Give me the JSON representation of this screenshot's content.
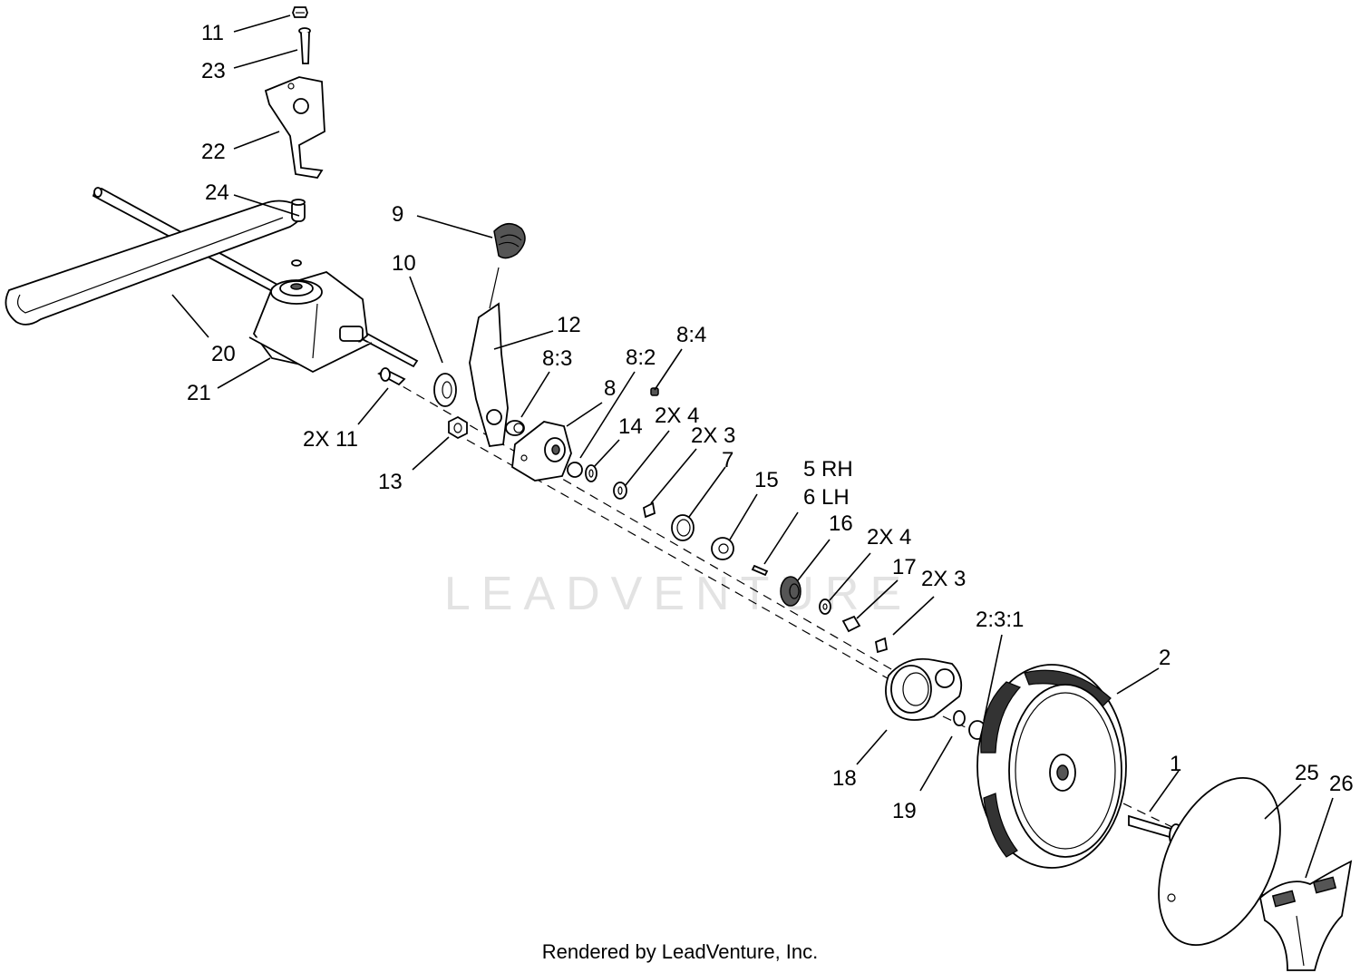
{
  "diagram": {
    "watermark": "LEADVENTURE",
    "footer": "Rendered by LeadVenture, Inc.",
    "callouts": {
      "c11": "11",
      "c23": "23",
      "c22": "22",
      "c24": "24",
      "c9": "9",
      "c10": "10",
      "c12": "12",
      "c20": "20",
      "c21": "21",
      "c8_3": "8:3",
      "c8_2": "8:2",
      "c8_4": "8:4",
      "c8": "8",
      "c2x4a": "2X 4",
      "c14": "14",
      "c2x3a": "2X 3",
      "c7": "7",
      "c2x11": "2X 11",
      "c13": "13",
      "c15": "15",
      "c5rh": "5 RH",
      "c6lh": "6 LH",
      "c16": "16",
      "c2x4b": "2X 4",
      "c17": "17",
      "c2x3b": "2X 3",
      "c2_3_1": "2:3:1",
      "c2": "2",
      "c18": "18",
      "c19": "19",
      "c1": "1",
      "c25": "25",
      "c26": "26"
    }
  }
}
